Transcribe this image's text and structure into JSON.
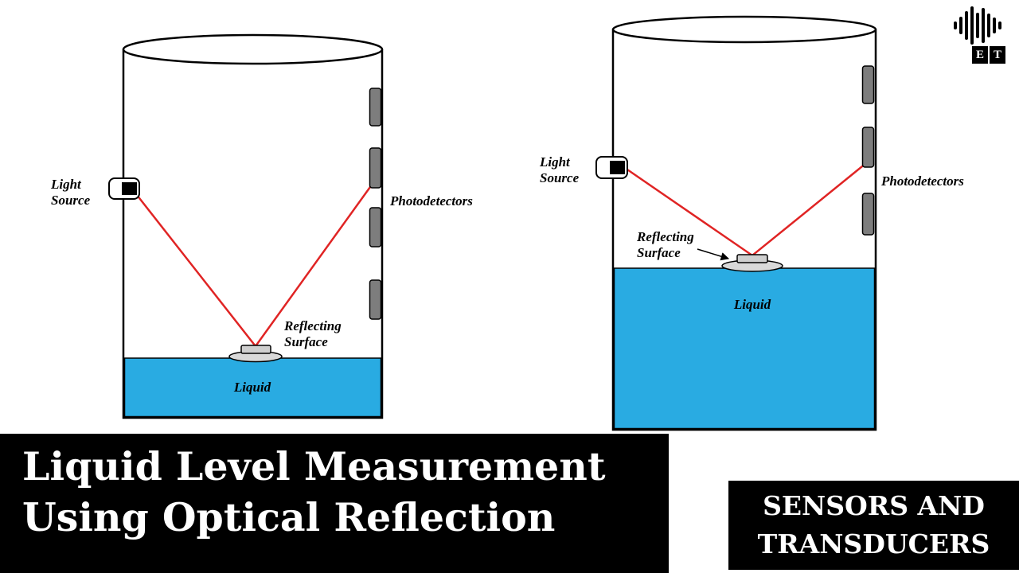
{
  "colors": {
    "liquid_blue": "#29ABE2",
    "ray_red": "#E02424",
    "detector_gray": "#7D7D7D",
    "reflector_gray": "#CFCFCF",
    "banner_bg": "#000000",
    "banner_text": "#FFFFFF"
  },
  "logo": {
    "icon": "audio-waveform-icon",
    "letter_e": "E",
    "letter_t": "T"
  },
  "left_tank": {
    "light_source_line1": "Light",
    "light_source_line2": "Source",
    "photodetectors_label": "Photodetectors",
    "reflecting_line1": "Reflecting",
    "reflecting_line2": "Surface",
    "liquid_label": "Liquid"
  },
  "right_tank": {
    "light_source_line1": "Light",
    "light_source_line2": "Source",
    "photodetectors_label": "Photodetectors",
    "reflecting_line1": "Reflecting",
    "reflecting_line2": "Surface",
    "liquid_label": "Liquid"
  },
  "title_banner": {
    "line1": "Liquid Level Measurement",
    "line2": "Using Optical Reflection"
  },
  "badge_banner": {
    "line1": "SENSORS AND",
    "line2": "TRANSDUCERS"
  }
}
